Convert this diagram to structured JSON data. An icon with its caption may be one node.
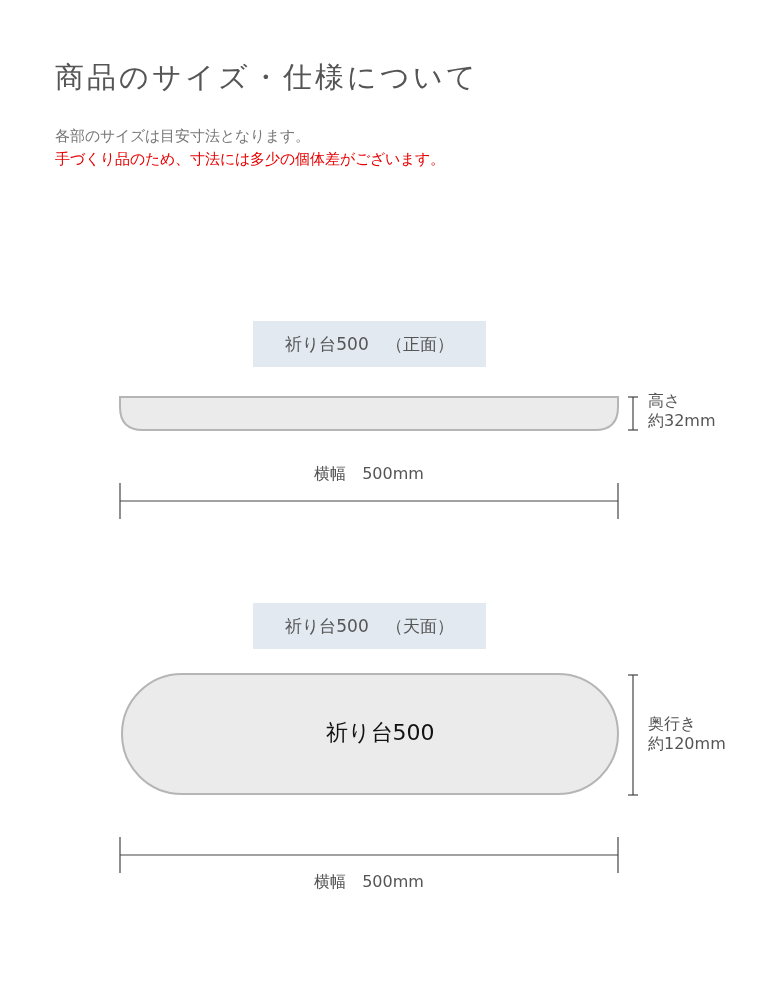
{
  "diagram": {
    "title": "商品のサイズ・仕様について",
    "nodes": [
      {
        "text": [
          "祈り台500　（正面）"
        ]
      },
      {
        "text": [],
        "shape": "box"
      },
      {
        "text": [
          "祈り台500　（天面）"
        ]
      },
      {
        "text": [
          "祈り台500"
        ]
      }
    ],
    "labels": [
      "各部のサイズは目安寸法となります。",
      "手づくり品のため、寸法には多少の個体差がございます。",
      "高さ",
      "約32mm",
      "横幅　500mm",
      "奥行き",
      "約120mm",
      "横幅　500mm"
    ]
  }
}
